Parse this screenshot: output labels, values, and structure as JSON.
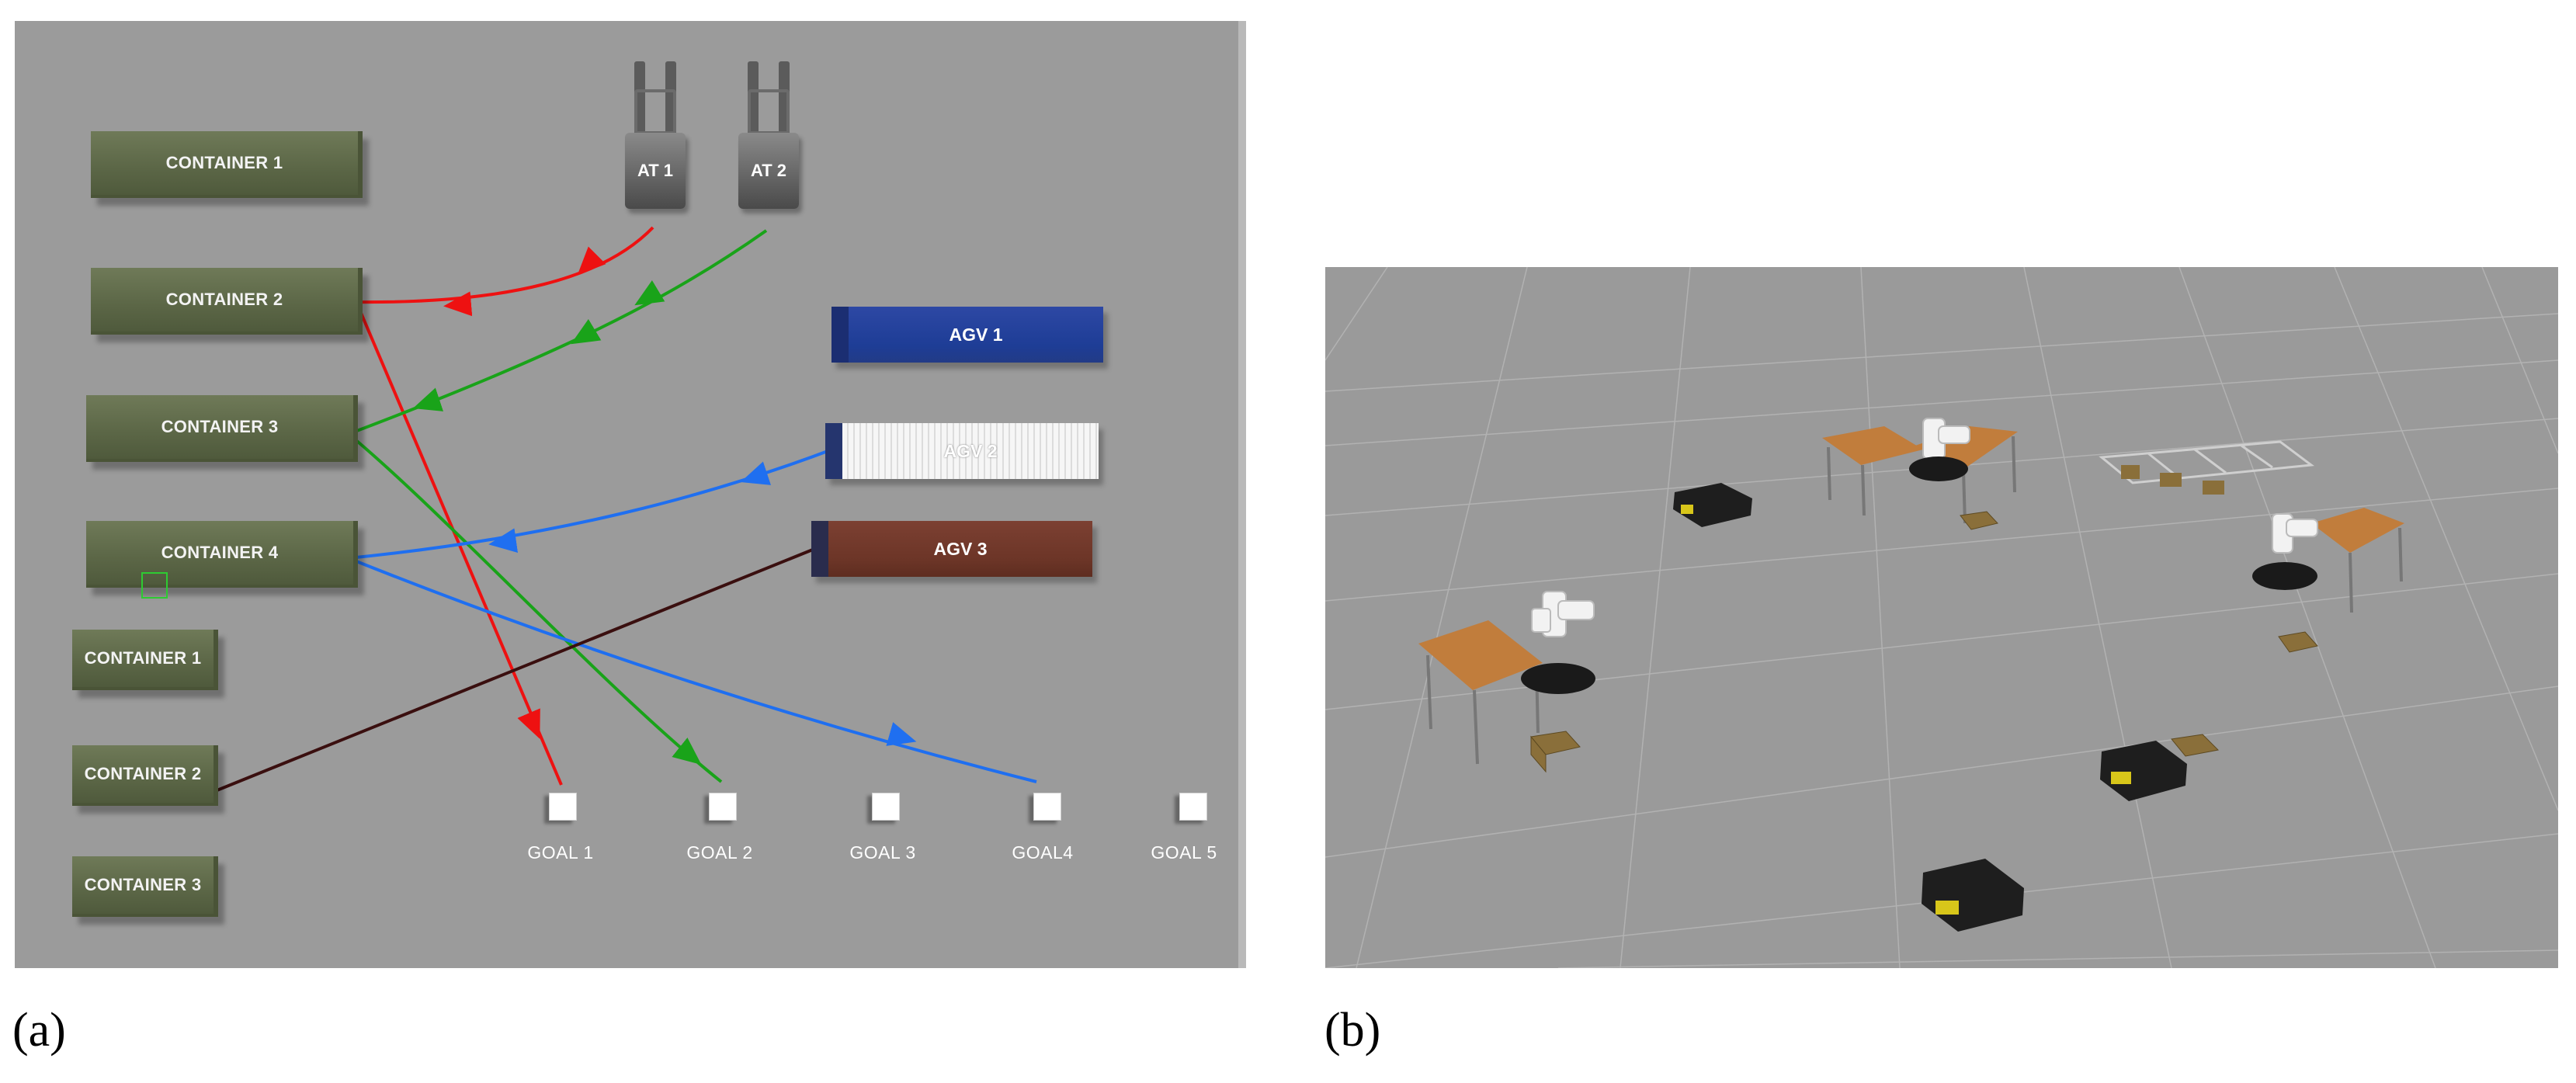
{
  "panel_a": {
    "caption": "(a)",
    "containers_top": [
      {
        "label": "CONTAINER 1"
      },
      {
        "label": "CONTAINER 2"
      },
      {
        "label": "CONTAINER 3"
      },
      {
        "label": "CONTAINER 4"
      }
    ],
    "containers_bottom": [
      {
        "label": "CONTAINER 1"
      },
      {
        "label": "CONTAINER 2"
      },
      {
        "label": "CONTAINER 3"
      }
    ],
    "agvs": [
      {
        "label": "AGV 1",
        "color": "#1e3d96"
      },
      {
        "label": "AGV 2",
        "color": "#f2f2f2"
      },
      {
        "label": "AGV 3",
        "color": "#6c3527"
      }
    ],
    "ats": [
      {
        "label": "AT 1"
      },
      {
        "label": "AT 2"
      }
    ],
    "goals": [
      {
        "label": "GOAL 1"
      },
      {
        "label": "GOAL 2"
      },
      {
        "label": "GOAL 3"
      },
      {
        "label": "GOAL4"
      },
      {
        "label": "GOAL 5"
      }
    ],
    "path_colors": {
      "red": "#ee1111",
      "green": "#19a319",
      "blue": "#1f6ff0",
      "dark": "#3a0f0f"
    }
  },
  "panel_b": {
    "caption": "(b)"
  }
}
